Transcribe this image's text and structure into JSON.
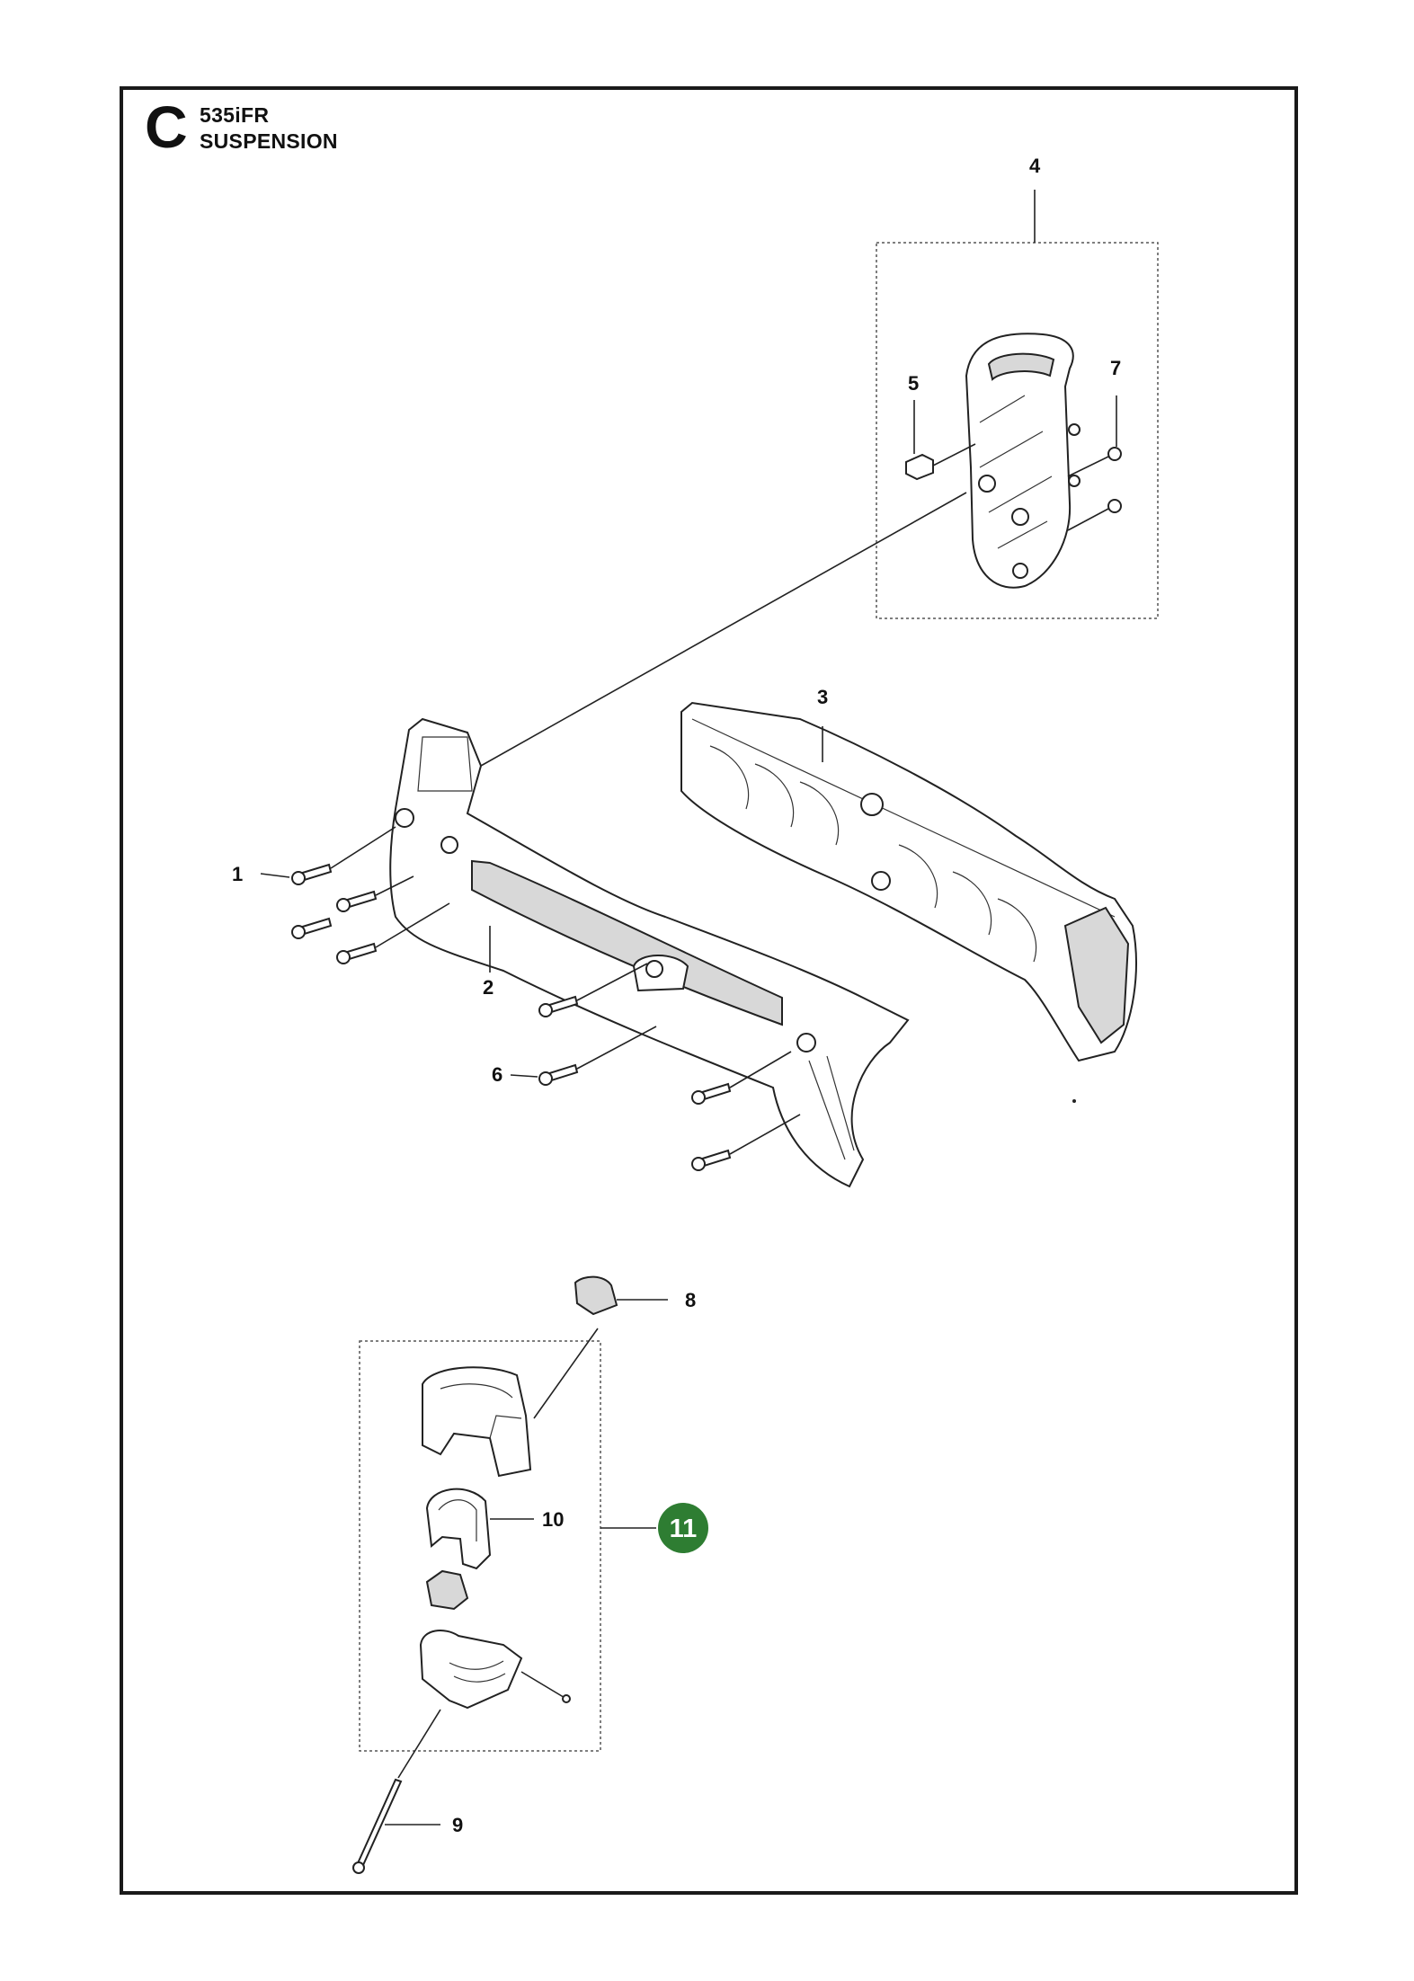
{
  "header": {
    "section_letter": "C",
    "model": "535iFR",
    "title": "SUSPENSION"
  },
  "callouts": {
    "c1": "1",
    "c2": "2",
    "c3": "3",
    "c4": "4",
    "c5": "5",
    "c6": "6",
    "c7": "7",
    "c8": "8",
    "c9": "9",
    "c10": "10",
    "c11": "11"
  },
  "colors": {
    "badge": "#2e7d32",
    "line": "#222222"
  }
}
